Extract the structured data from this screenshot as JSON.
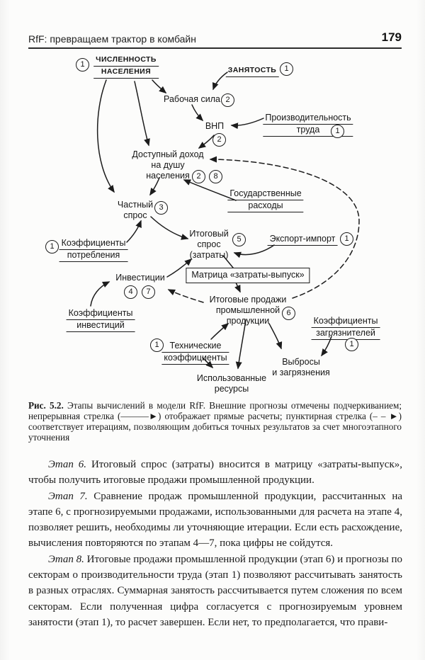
{
  "colors": {
    "ink": "#1f1f1f",
    "paper": "#fcfcfb"
  },
  "header": {
    "title": "RfF: превращаем трактор в комбайн",
    "page_number": "179"
  },
  "diagram": {
    "nodes": {
      "population": {
        "lines": [
          "ЧИСЛЕННОСТЬ",
          "НАСЕЛЕНИЯ"
        ]
      },
      "employment": {
        "lines": [
          "ЗАНЯТОСТЬ"
        ]
      },
      "labor_force": {
        "lines": [
          "Рабочая сила"
        ]
      },
      "gnp": {
        "lines": [
          "ВНП"
        ]
      },
      "productivity": {
        "lines": [
          "Производительность",
          "труда"
        ]
      },
      "income": {
        "lines": [
          "Доступный доход",
          "на душу",
          "населения"
        ]
      },
      "gov_spending": {
        "lines": [
          "Государственные",
          "расходы"
        ]
      },
      "private_demand": {
        "lines": [
          "Частный",
          "спрос"
        ]
      },
      "consumption_coeff": {
        "lines": [
          "Коэффициенты",
          "потребления"
        ]
      },
      "total_demand": {
        "lines": [
          "Итоговый",
          "спрос",
          "(затраты)"
        ]
      },
      "export_import": {
        "lines": [
          "Экспорт-импорт"
        ]
      },
      "investments": {
        "lines": [
          "Инвестиции"
        ]
      },
      "io_matrix": {
        "lines": [
          "Матрица «затраты-выпуск»"
        ]
      },
      "investment_coeff": {
        "lines": [
          "Коэффициенты",
          "инвестиций"
        ]
      },
      "industrial_sales": {
        "lines": [
          "Итоговые продажи",
          "промышленной",
          "продукции"
        ]
      },
      "pollution_coeff": {
        "lines": [
          "Коэффициенты",
          "загрязнителей"
        ]
      },
      "technical_coeff": {
        "lines": [
          "Технические",
          "коэффициенты"
        ]
      },
      "emissions": {
        "lines": [
          "Выбросы",
          "и загрязнения"
        ]
      },
      "used_resources": {
        "lines": [
          "Использованные",
          "ресурсы"
        ]
      }
    },
    "steps": {
      "population": "1",
      "employment": "1",
      "labor_force": "2",
      "gnp": "2",
      "productivity": "1",
      "income_a": "2",
      "income_b": "8",
      "private_demand": "3",
      "consumption_coeff": "1",
      "total_demand": "5",
      "export_import": "1",
      "investments_a": "4",
      "investments_b": "7",
      "industrial_sales": "6",
      "pollution_coeff": "1",
      "technical_coeff": "1"
    }
  },
  "caption": {
    "label": "Рис. 5.2.",
    "text": "Этапы вычислений в модели RfF. Внешние прогнозы отмечены подчеркиванием; непрерывная стрелка (———►) отображает прямые расчеты; пунктирная стрелка (– – ►) соответствует итерациям, позволяющим добиться точных результатов за счет многоэтапного уточнения"
  },
  "paragraphs": [
    {
      "lead": "Этап 6.",
      "text": "Итоговый спрос (затраты) вносится в матрицу «затраты-выпуск», чтобы получить итоговые продажи промышленной продукции."
    },
    {
      "lead": "Этап 7.",
      "text": "Сравнение продаж промышленной продукции, рассчитанных на этапе 6, с прогнозируемыми продажами, использованными для расчета на этапе 4, позволяет решить, необходимы ли уточняющие итерации. Если есть расхождение, вычисления повторяются по этапам 4—7, пока цифры не сойдутся."
    },
    {
      "lead": "Этап 8.",
      "text": "Итоговые продажи промышленной продукции (этап 6) и прогнозы по секторам о производительности труда (этап 1) позволяют рассчитывать занятость в разных отраслях. Суммарная занятость рассчитывается путем сложения по всем секторам. Если полученная цифра согласуется с прогнозируемым уровнем занятости (этап 1), то расчет завершен. Если нет, то предполагается, что прави-"
    }
  ]
}
